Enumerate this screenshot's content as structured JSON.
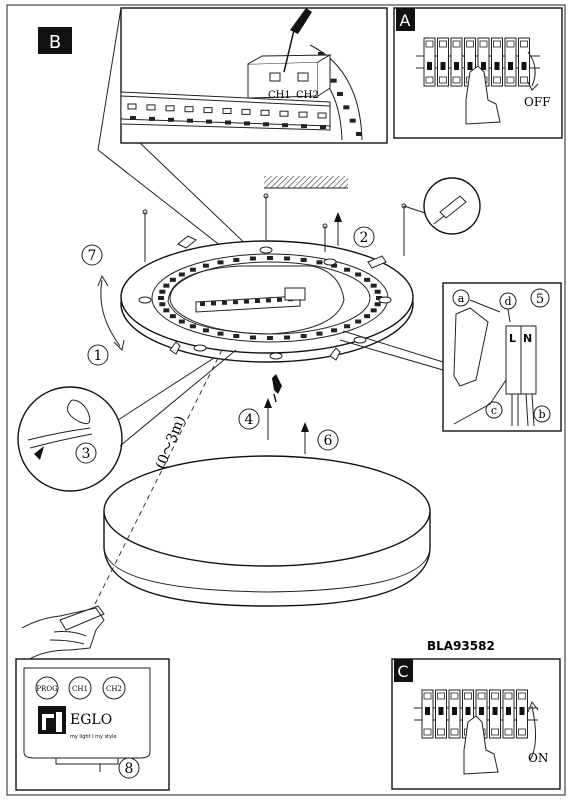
{
  "panels": {
    "b_label": "B",
    "a_label": "A",
    "c_label": "C"
  },
  "labels": {
    "ch1": "CH1",
    "ch2": "CH2",
    "off": "OFF",
    "on": "ON",
    "distance": "(0～3m)",
    "model": "BLA93582"
  },
  "terminal": {
    "l": "L",
    "n": "N",
    "a": "a",
    "b": "b",
    "c": "c",
    "d": "d"
  },
  "steps": {
    "s1": "1",
    "s2": "2",
    "s3": "3",
    "s4": "4",
    "s5": "5",
    "s6": "6",
    "s7": "7",
    "s8": "8"
  },
  "remote": {
    "prog": "PROG",
    "ch1": "CH1",
    "ch2": "CH2",
    "brand": "EGLO",
    "tagline": "my light I my style"
  }
}
